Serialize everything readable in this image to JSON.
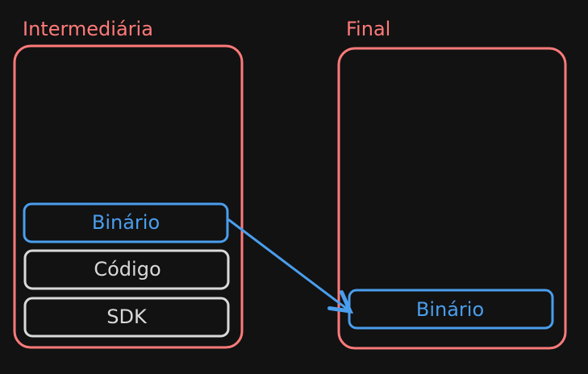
{
  "colors": {
    "background": "#121212",
    "group": "#ff7a7a",
    "highlight": "#4a9eed",
    "neutral": "#d9d9d9"
  },
  "groups": [
    {
      "title": "Intermediária",
      "items": [
        {
          "label": "Binário",
          "style": "highlight"
        },
        {
          "label": "Código",
          "style": "neutral"
        },
        {
          "label": "SDK",
          "style": "neutral"
        }
      ]
    },
    {
      "title": "Final",
      "items": [
        {
          "label": "Binário",
          "style": "highlight"
        }
      ]
    }
  ],
  "arrows": [
    {
      "from": "Intermediária.Binário",
      "to": "Final.Binário"
    }
  ]
}
